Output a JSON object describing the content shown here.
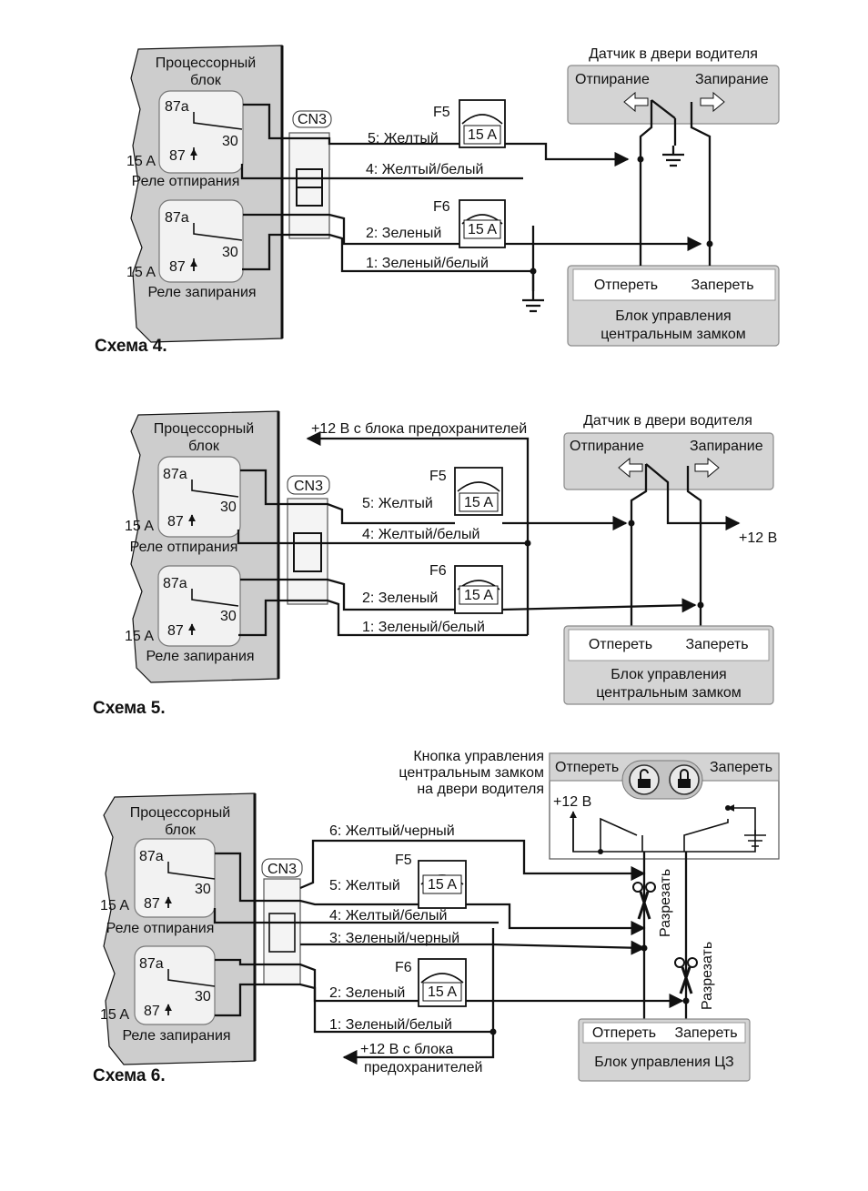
{
  "common": {
    "processor_block": [
      "Процессорный",
      "блок"
    ],
    "relay_unlock": "Реле отпирания",
    "relay_lock": "Реле запирания",
    "pin_87a": "87a",
    "pin_87": "87",
    "pin_30": "30",
    "rating_15a": "15 A",
    "connector": "CN3",
    "fuse_f5": "F5",
    "fuse_f6": "F6",
    "fuse_value": "15 A",
    "unlock": "Отпереть",
    "lock": "Запереть",
    "sensor_title": "Датчик в двери водителя",
    "sensor_unlock": "Отпирание",
    "sensor_lock": "Запирание",
    "cl_unit": [
      "Блок управления",
      "центральным замком"
    ],
    "plus12": "+12 В"
  },
  "scheme4": {
    "caption": "Схема 4.",
    "wire5": "5: Желтый",
    "wire4": "4: Желтый/белый",
    "wire2": "2: Зеленый",
    "wire1": "1: Зеленый/белый"
  },
  "scheme5": {
    "caption": "Схема 5.",
    "supply": "+12 В с блока предохранителей",
    "wire5": "5: Желтый",
    "wire4": "4: Желтый/белый",
    "wire2": "2: Зеленый",
    "wire1": "1: Зеленый/белый",
    "plus12": "+12 В"
  },
  "scheme6": {
    "caption": "Схема 6.",
    "button_title": [
      "Кнопка управления",
      "центральным замком",
      "на двери водителя"
    ],
    "wire6": "6: Желтый/черный",
    "wire5": "5: Желтый",
    "wire4": "4: Желтый/белый",
    "wire3": "3: Зеленый/черный",
    "wire2": "2: Зеленый",
    "wire1": "1: Зеленый/белый",
    "supply": [
      "+12 В с блока",
      "предохранителей"
    ],
    "cut": "Разрезать",
    "unit": "Блок управления ЦЗ",
    "plus12": "+12 В"
  }
}
